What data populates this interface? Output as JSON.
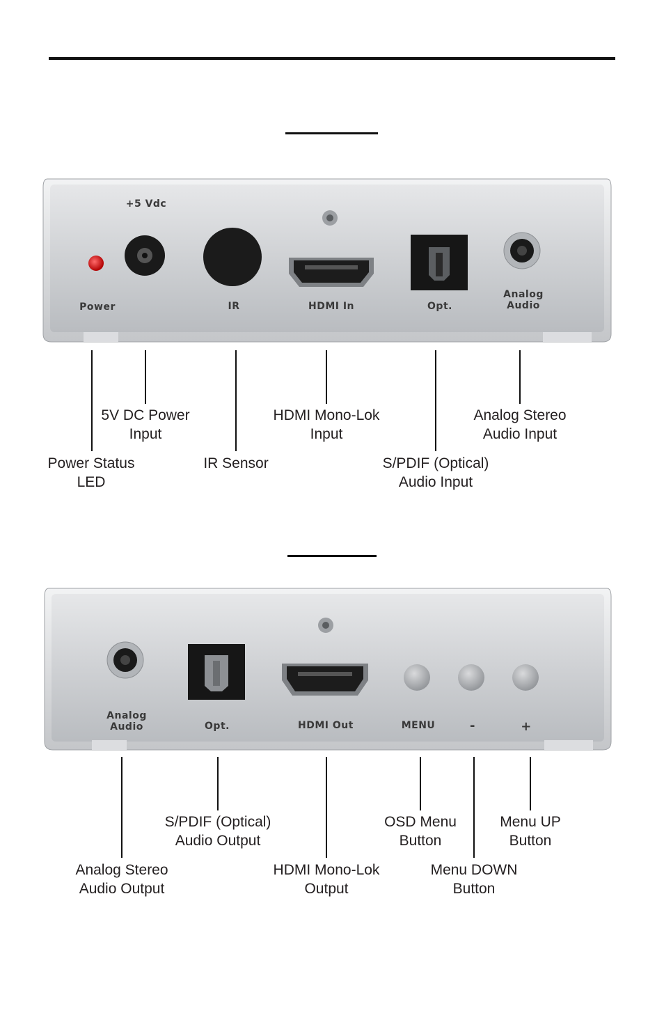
{
  "input_panel": {
    "silkscreen": {
      "power_voltage": "+5 Vdc",
      "power": "Power",
      "ir": "IR",
      "hdmi": "HDMI In",
      "optical": "Opt.",
      "analog_line1": "Analog",
      "analog_line2": "Audio"
    },
    "callouts": {
      "dc_power": [
        "5V DC Power",
        "Input"
      ],
      "power_led": [
        "Power Status",
        "LED"
      ],
      "ir_sensor": [
        "IR Sensor"
      ],
      "hdmi": [
        "HDMI Mono-Lok",
        "Input"
      ],
      "spdif": [
        "S/PDIF (Optical)",
        "Audio Input"
      ],
      "analog": [
        "Analog Stereo",
        "Audio Input"
      ]
    }
  },
  "output_panel": {
    "silkscreen": {
      "analog_line1": "Analog",
      "analog_line2": "Audio",
      "optical": "Opt.",
      "hdmi": "HDMI Out",
      "menu": "MENU",
      "minus": "-",
      "plus": "+"
    },
    "callouts": {
      "analog": [
        "Analog Stereo",
        "Audio Output"
      ],
      "spdif": [
        "S/PDIF (Optical)",
        "Audio Output"
      ],
      "hdmi": [
        "HDMI Mono-Lok",
        "Output"
      ],
      "osd_menu": [
        "OSD Menu",
        "Button"
      ],
      "menu_down": [
        "Menu DOWN",
        "Button"
      ],
      "menu_up": [
        "Menu UP",
        "Button"
      ]
    }
  }
}
